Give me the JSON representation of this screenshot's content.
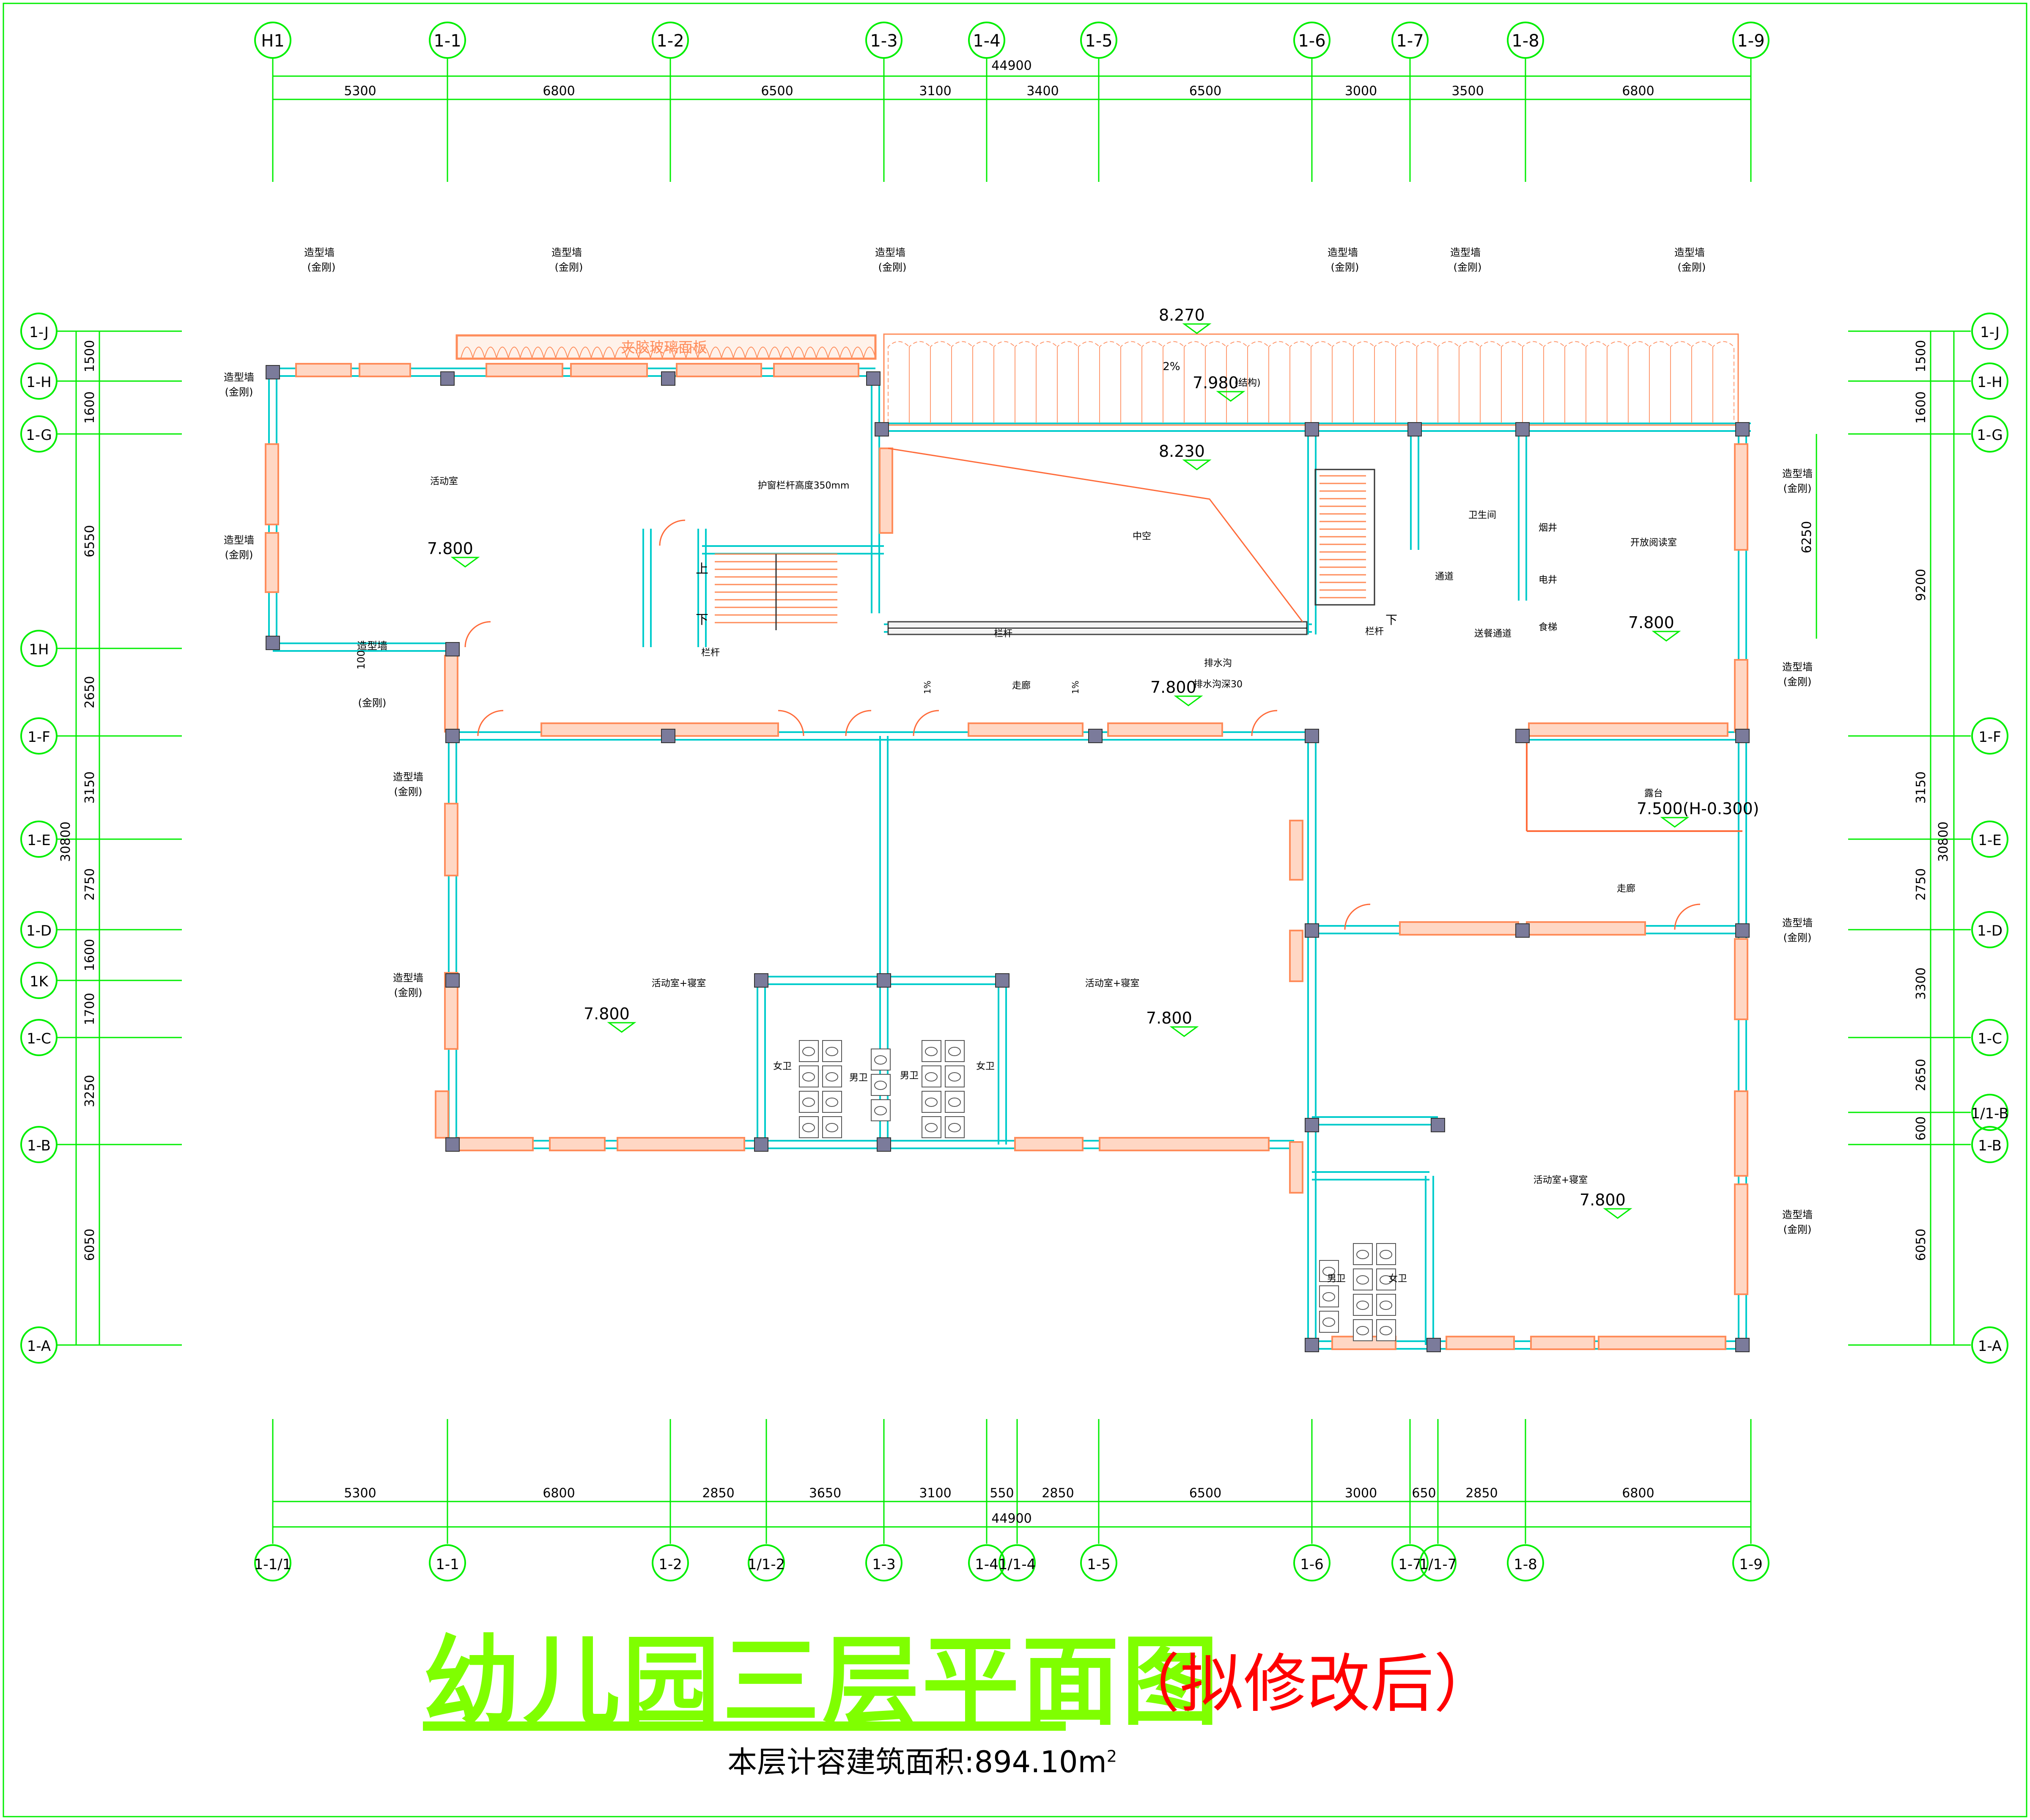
{
  "title": "幼儿园三层平面图",
  "subtitle": "（拟修改后）",
  "area_label": "本层计容建筑面积:894.10m",
  "area_sup": "2",
  "colors": {
    "axis": "#00ee00",
    "wall": "#00cccc",
    "window": "#ff8c5a",
    "column": "#7b7b9b",
    "text": "#000000",
    "title": "#7fff00",
    "subtitle": "#ff0000"
  },
  "axes": {
    "top": [
      {
        "id": "H1",
        "label": "H1"
      },
      {
        "id": "1-1",
        "label": "1-1"
      },
      {
        "id": "1-2",
        "label": "1-2"
      },
      {
        "id": "1-3",
        "label": "1-3"
      },
      {
        "id": "1-4",
        "label": "1-4"
      },
      {
        "id": "1-5",
        "label": "1-5"
      },
      {
        "id": "1-6",
        "label": "1-6"
      },
      {
        "id": "1-7",
        "label": "1-7"
      },
      {
        "id": "1-8",
        "label": "1-8"
      },
      {
        "id": "1-9",
        "label": "1-9"
      }
    ],
    "top_dims": [
      "5300",
      "6800",
      "6500",
      "3100",
      "3400",
      "6500",
      "3000",
      "3500",
      "6800"
    ],
    "top_total": "44900",
    "bottom": [
      {
        "id": "1-1/1",
        "label": "1-1/1"
      },
      {
        "id": "1-1",
        "label": "1-1"
      },
      {
        "id": "1-2",
        "label": "1-2"
      },
      {
        "id": "1/1-2",
        "label": "1/1-2"
      },
      {
        "id": "1-3",
        "label": "1-3"
      },
      {
        "id": "1-4",
        "label": "1-4"
      },
      {
        "id": "1/1-4",
        "label": "1/1-4"
      },
      {
        "id": "1-5",
        "label": "1-5"
      },
      {
        "id": "1-6",
        "label": "1-6"
      },
      {
        "id": "1-7",
        "label": "1-7"
      },
      {
        "id": "1/1-7",
        "label": "1/1-7"
      },
      {
        "id": "1-8",
        "label": "1-8"
      },
      {
        "id": "1-9",
        "label": "1-9"
      }
    ],
    "bottom_dims": [
      "5300",
      "6800",
      "2850",
      "3650",
      "3100",
      "550",
      "2850",
      "6500",
      "3000",
      "650",
      "2850",
      "6800"
    ],
    "bottom_total": "44900",
    "left": [
      {
        "id": "1-J",
        "label": "1-J"
      },
      {
        "id": "1-H",
        "label": "1-H"
      },
      {
        "id": "1-G",
        "label": "1-G"
      },
      {
        "id": "1-H2",
        "label": "1H"
      },
      {
        "id": "1-F",
        "label": "1-F"
      },
      {
        "id": "1-E",
        "label": "1-E"
      },
      {
        "id": "1-D",
        "label": "1-D"
      },
      {
        "id": "1-K",
        "label": "1K"
      },
      {
        "id": "1-C",
        "label": "1-C"
      },
      {
        "id": "1-B",
        "label": "1-B"
      },
      {
        "id": "1-A",
        "label": "1-A"
      }
    ],
    "left_dims": [
      "1500",
      "1600",
      "6550",
      "2650",
      "3150",
      "2750",
      "1600",
      "1700",
      "3250",
      "6050"
    ],
    "left_total": "30800",
    "right": [
      {
        "id": "1-J",
        "label": "1-J"
      },
      {
        "id": "1-H",
        "label": "1-H"
      },
      {
        "id": "1-G",
        "label": "1-G"
      },
      {
        "id": "1-F",
        "label": "1-F"
      },
      {
        "id": "1-E",
        "label": "1-E"
      },
      {
        "id": "1-D",
        "label": "1-D"
      },
      {
        "id": "1-C",
        "label": "1-C"
      },
      {
        "id": "1/1-B",
        "label": "1/1-B"
      },
      {
        "id": "1-B",
        "label": "1-B"
      },
      {
        "id": "1-A",
        "label": "1-A"
      }
    ],
    "right_dims": [
      "1500",
      "1600",
      "9200",
      "3150",
      "2750",
      "3300",
      "2650",
      "600",
      "6050"
    ],
    "right_total": "30800",
    "right_extra": "6250"
  },
  "rooms": {
    "activity_room": "活动室",
    "void": "中空",
    "bathroom": "卫生间",
    "open_reading": "开放阅读室",
    "passage": "通道",
    "elevator_shaft": "电井",
    "food_lift": "食梯",
    "flue": "烟井",
    "food_passage": "送餐通道",
    "corridor": "走廊",
    "terrace": "露台",
    "activity_bedroom": "活动室+寝室",
    "female_wc": "女卫",
    "male_wc": "男卫"
  },
  "labels": {
    "feature_wall": "造型墙",
    "feature_wall_sub": "(金刚)",
    "glass_panel": "夹胶玻璃面板",
    "railing_note": "护窗栏杆高度350mm",
    "up": "上",
    "down": "下",
    "railing": "栏杆",
    "gutter": "排水沟",
    "gutter_note": "排水沟深30",
    "slope": "2%",
    "slope_small": "1%",
    "structure": "(结构)",
    "dim_100": "100"
  },
  "elevations": {
    "e8270": "8.270",
    "e7980": "7.980",
    "e8230": "8.230",
    "e7800": "7.800",
    "e7500": "7.500(H-0.300)"
  }
}
